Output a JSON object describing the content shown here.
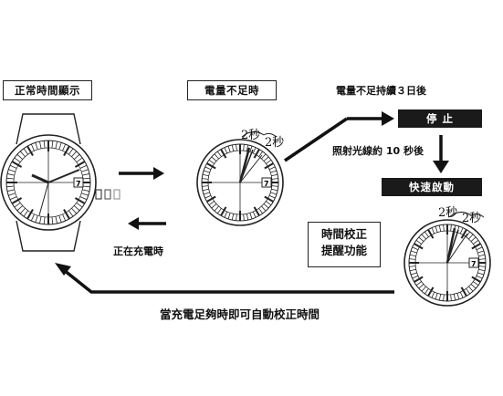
{
  "labels": {
    "normal_time": "正常時間顯示",
    "low_charge": "電量不足時",
    "low_charge_3days": "電量不足持續３日後",
    "stop": "停 止",
    "light_10s": "照射光線約 10 秒後",
    "fast_move": "快速啟動",
    "charging": "正在充電時",
    "time_correct_line1": "時間校正",
    "time_correct_line2": "提醒功能",
    "auto_correct": "當充電足夠時即可自動校正時間",
    "two_sec_a": "2秒",
    "two_sec_b": "2秒",
    "two_sec_c": "2秒",
    "two_sec_d": "2秒"
  },
  "icons": [
    "wristwatch-icon",
    "watch-face-icon",
    "arrow-right-icon",
    "arrow-left-icon",
    "arrow-down-icon"
  ]
}
